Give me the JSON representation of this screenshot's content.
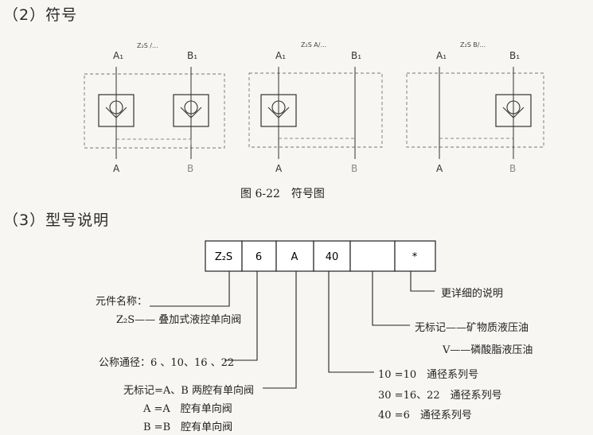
{
  "section2": {
    "title": "（2）符号"
  },
  "section3": {
    "title": "（3）型号说明"
  },
  "symbols": [
    {
      "code": "Z₂S /...",
      "port_a1": "A₁",
      "port_b1": "B₁",
      "port_a": "A",
      "port_b": "B"
    },
    {
      "code": "Z₂S A/...",
      "port_a1": "A₁",
      "port_b1": "B₁",
      "port_a": "A",
      "port_b": "B"
    },
    {
      "code": "Z₂S B/...",
      "port_a1": "A₁",
      "port_b1": "B₁",
      "port_a": "A",
      "port_b": "B"
    }
  ],
  "figure_caption": "图 6-22　符号图",
  "model_boxes": [
    "Z₂S",
    "6",
    "A",
    "40",
    "",
    "*"
  ],
  "explanations": {
    "name_label": "元件名称：",
    "name_value": "Z₂S—— 叠加式液控单向阀",
    "bore_label": "公称通径：6 、10、16 、22",
    "chamber_1": "无标记=A、B 两腔有单向阀",
    "chamber_2": "A =A　腔有单向阀",
    "chamber_3": "B =B　腔有单向阀",
    "detail": "更详细的说明",
    "oil_1": "无标记——矿物质液压油",
    "oil_2": "V——磷酸脂液压油",
    "series_1": "10 =10　通径系列号",
    "series_2": "30 =16、22　通径系列号",
    "series_3": "40 =6　通径系列号"
  }
}
